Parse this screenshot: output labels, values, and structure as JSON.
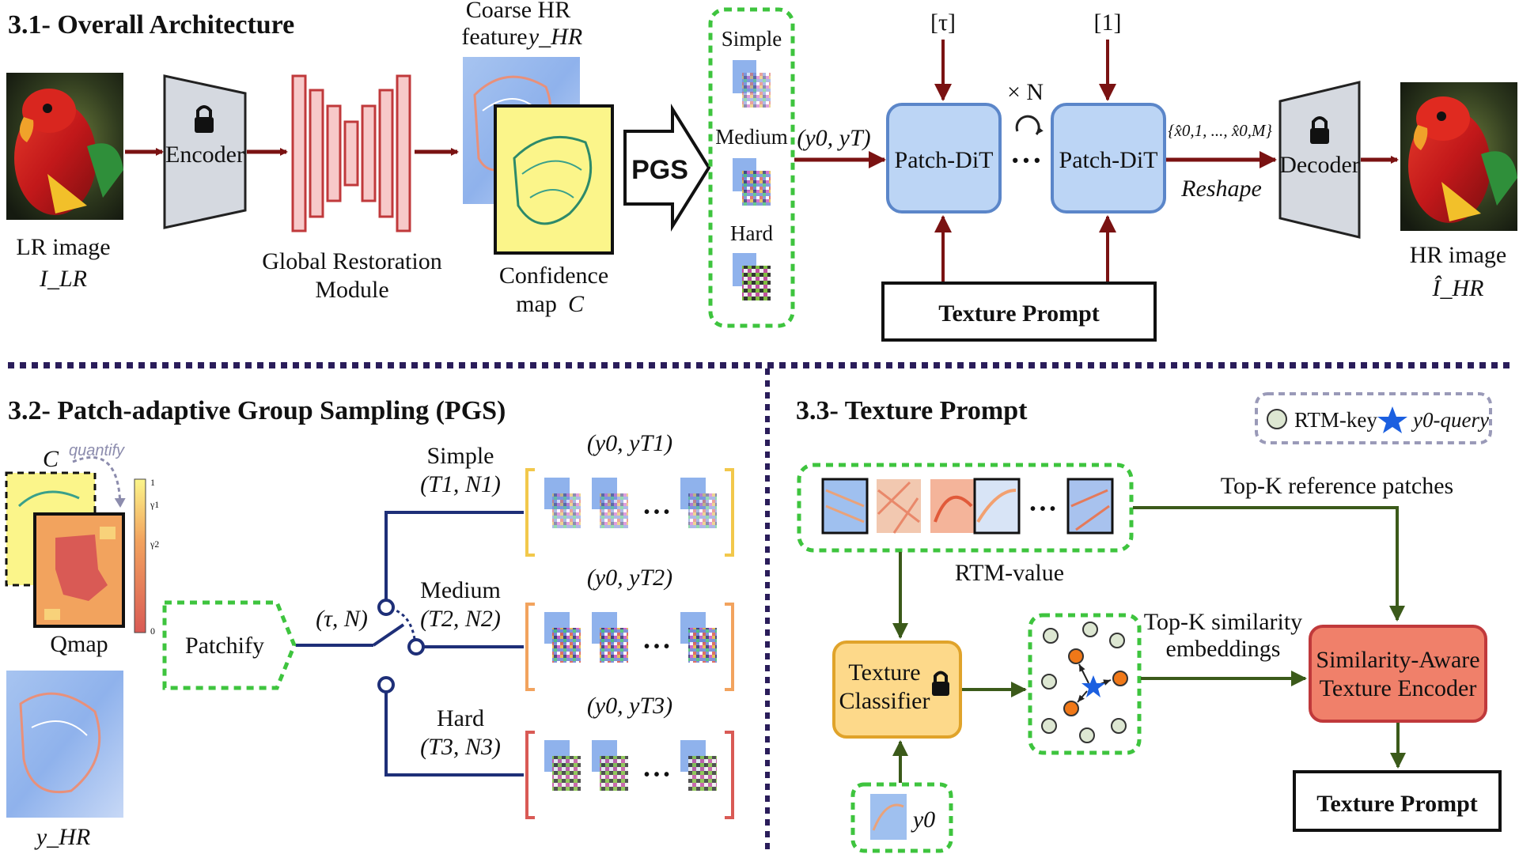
{
  "sections": {
    "overall": "3.1- Overall Architecture",
    "pgs": "3.2- Patch-adaptive Group Sampling (PGS)",
    "texture": "3.3- Texture Prompt"
  },
  "overall": {
    "lr_image": "LR image",
    "lr_symbol": "I_LR",
    "encoder": "Encoder",
    "grm_line1": "Global Restoration",
    "grm_line2": "Module",
    "coarse_line1": "Coarse HR",
    "coarse_line2": "feature",
    "coarse_symbol": "y_HR",
    "conf_line1": "Confidence",
    "conf_line2": "map",
    "conf_symbol": "C",
    "pgs": "PGS",
    "simple": "Simple",
    "medium": "Medium",
    "hard": "Hard",
    "input_pair": "(y0, yT)",
    "tau": "[τ]",
    "one": "[1]",
    "times_n": "× N",
    "patch_dit_1": "Patch-DiT",
    "patch_dit_2": "Patch-DiT",
    "dots": "• • •",
    "set_label": "{x̂0,1, ..., x̂0,M}",
    "reshape": "Reshape",
    "decoder": "Decoder",
    "hr_image": "HR image",
    "hr_symbol": "Î_HR",
    "texture_prompt": "Texture Prompt"
  },
  "pgs": {
    "c_label": "C",
    "quantify": "quantify",
    "qmap": "Qmap",
    "colorbar": [
      "1",
      "γ1",
      "γ2",
      "0"
    ],
    "yhr": "y_HR",
    "patchify": "Patchify",
    "tau_n": "(τ, N)",
    "groups": [
      {
        "name": "Simple",
        "params": "(T1, N1)",
        "pair": "(y0, yT1)"
      },
      {
        "name": "Medium",
        "params": "(T2, N2)",
        "pair": "(y0, yT2)"
      },
      {
        "name": "Hard",
        "params": "(T3, N3)",
        "pair": "(y0, yT3)"
      }
    ],
    "dots": "• • •"
  },
  "texture": {
    "legend_key": "RTM-key",
    "legend_query": "y0-query",
    "rtm_value": "RTM-value",
    "topk_ref": "Top-K reference patches",
    "classifier_line1": "Texture",
    "classifier_line2": "Classifier",
    "topk_sim_line1": "Top-K similarity",
    "topk_sim_line2": "embeddings",
    "encoder_line1": "Similarity-Aware",
    "encoder_line2": "Texture Encoder",
    "texture_prompt": "Texture Prompt",
    "y0": "y0",
    "dots": "• • •"
  },
  "colors": {
    "arrow_red": "#7a1212",
    "arrow_green": "#3b5a1a",
    "dashed_green": "#3ec43e",
    "patch_dit_fill": "#bcd5f5",
    "patch_dit_stroke": "#5b86c9",
    "grm_fill": "#f7c9c9",
    "grm_stroke": "#c0393b",
    "classifier_fill": "#fdd98a",
    "encoder_fill": "#f0806a",
    "navy": "#1e2f78"
  }
}
